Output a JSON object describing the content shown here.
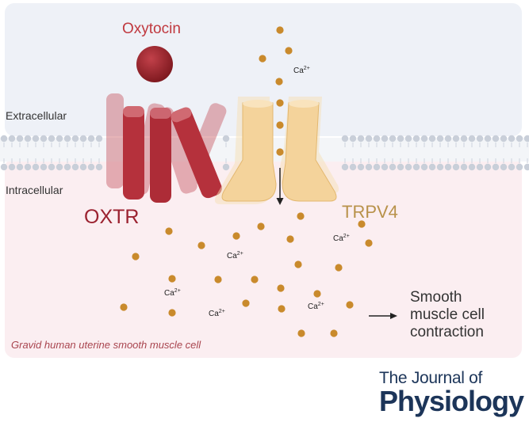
{
  "labels": {
    "ligand": "Oxytocin",
    "receptor": "OXTR",
    "channel": "TRPV4",
    "extracellular": "Extracellular",
    "intracellular": "Intracellular",
    "cell": "Gravid human uterine smooth muscle cell",
    "ion": "Ca",
    "ion_charge": "2+",
    "outcome_line1": "Smooth",
    "outcome_line2": "muscle cell",
    "outcome_line3": "contraction"
  },
  "journal": {
    "line1": "The Journal of",
    "line2": "Physiology"
  },
  "colors": {
    "extracellular_bg": "#eef1f7",
    "intracellular_bg": "#fbeef1",
    "membrane_head": "#c8ced8",
    "oxytocin": "#8e1c22",
    "oxtr": "#b5313c",
    "trpv4": "#f2d29a",
    "calcium": "#c98a2c",
    "oxtr_text": "#9b2230",
    "trpv4_text": "#b8924a",
    "journal": "#1c3559"
  }
}
